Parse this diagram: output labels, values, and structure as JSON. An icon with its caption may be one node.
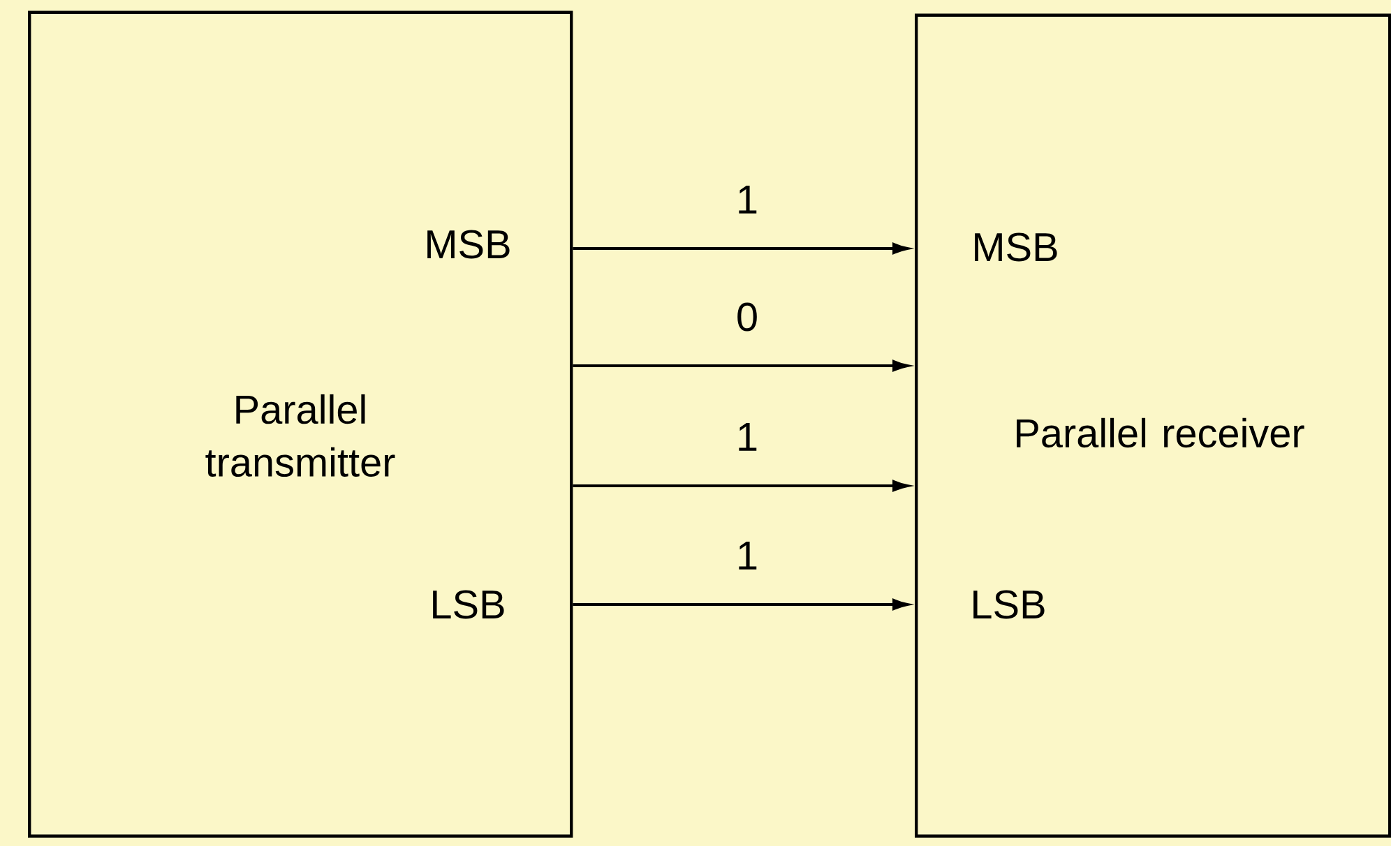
{
  "diagram": {
    "nodes": [
      {
        "text": [
          "Parallel transmitter"
        ]
      },
      {
        "text": [
          "Parallel receiver"
        ]
      }
    ],
    "edges": [
      {
        "from": 0,
        "to": 1,
        "arrow": "to",
        "label": "1"
      },
      {
        "from": 0,
        "to": 1,
        "arrow": "to",
        "label": "0"
      },
      {
        "from": 0,
        "to": 1,
        "arrow": "to",
        "label": "1"
      },
      {
        "from": 0,
        "to": 1,
        "arrow": "to",
        "label": "1"
      }
    ],
    "labels": [
      "MSB",
      "MSB",
      "LSB",
      "LSB"
    ]
  }
}
